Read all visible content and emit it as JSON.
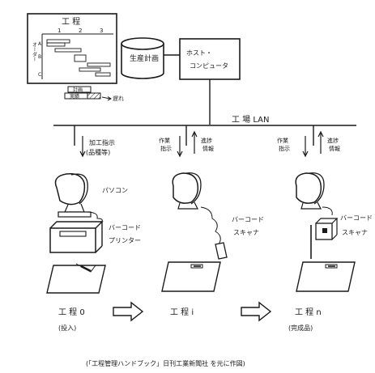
{
  "schedule": {
    "title": "工 程",
    "columns": [
      "1",
      "2",
      "3"
    ],
    "axis_label": "オーダー",
    "rows": [
      "A",
      "B",
      "C"
    ],
    "legend_plan": "計画",
    "legend_actual": "実績",
    "delay_label": "遅れ"
  },
  "database": {
    "label": "生産計画"
  },
  "host": {
    "line1": "ホスト・",
    "line2": "コンピュータ"
  },
  "lan": {
    "label": "工 場 LAN"
  },
  "stations": [
    {
      "down_label_1": "加工指示",
      "down_label_2": "(品種等)",
      "device_1": "パソコン",
      "device_2a": "バーコード",
      "device_2b": "プリンター",
      "stage": "工 程 0",
      "stage_note": "(投入)"
    },
    {
      "down_label_1": "作業",
      "down_label_2": "指示",
      "up_label_1": "進捗",
      "up_label_2": "情報",
      "device_2a": "バーコード",
      "device_2b": "スキャナ",
      "stage": "工 程 i"
    },
    {
      "down_label_1": "作業",
      "down_label_2": "指示",
      "up_label_1": "進捗",
      "up_label_2": "情報",
      "device_2a": "バーコード",
      "device_2b": "スキャナ",
      "stage": "工 程 n",
      "stage_note": "(完成品)"
    }
  ],
  "caption": "(「工程管理ハンドブック」日刊工業新聞社 を元に作図)"
}
